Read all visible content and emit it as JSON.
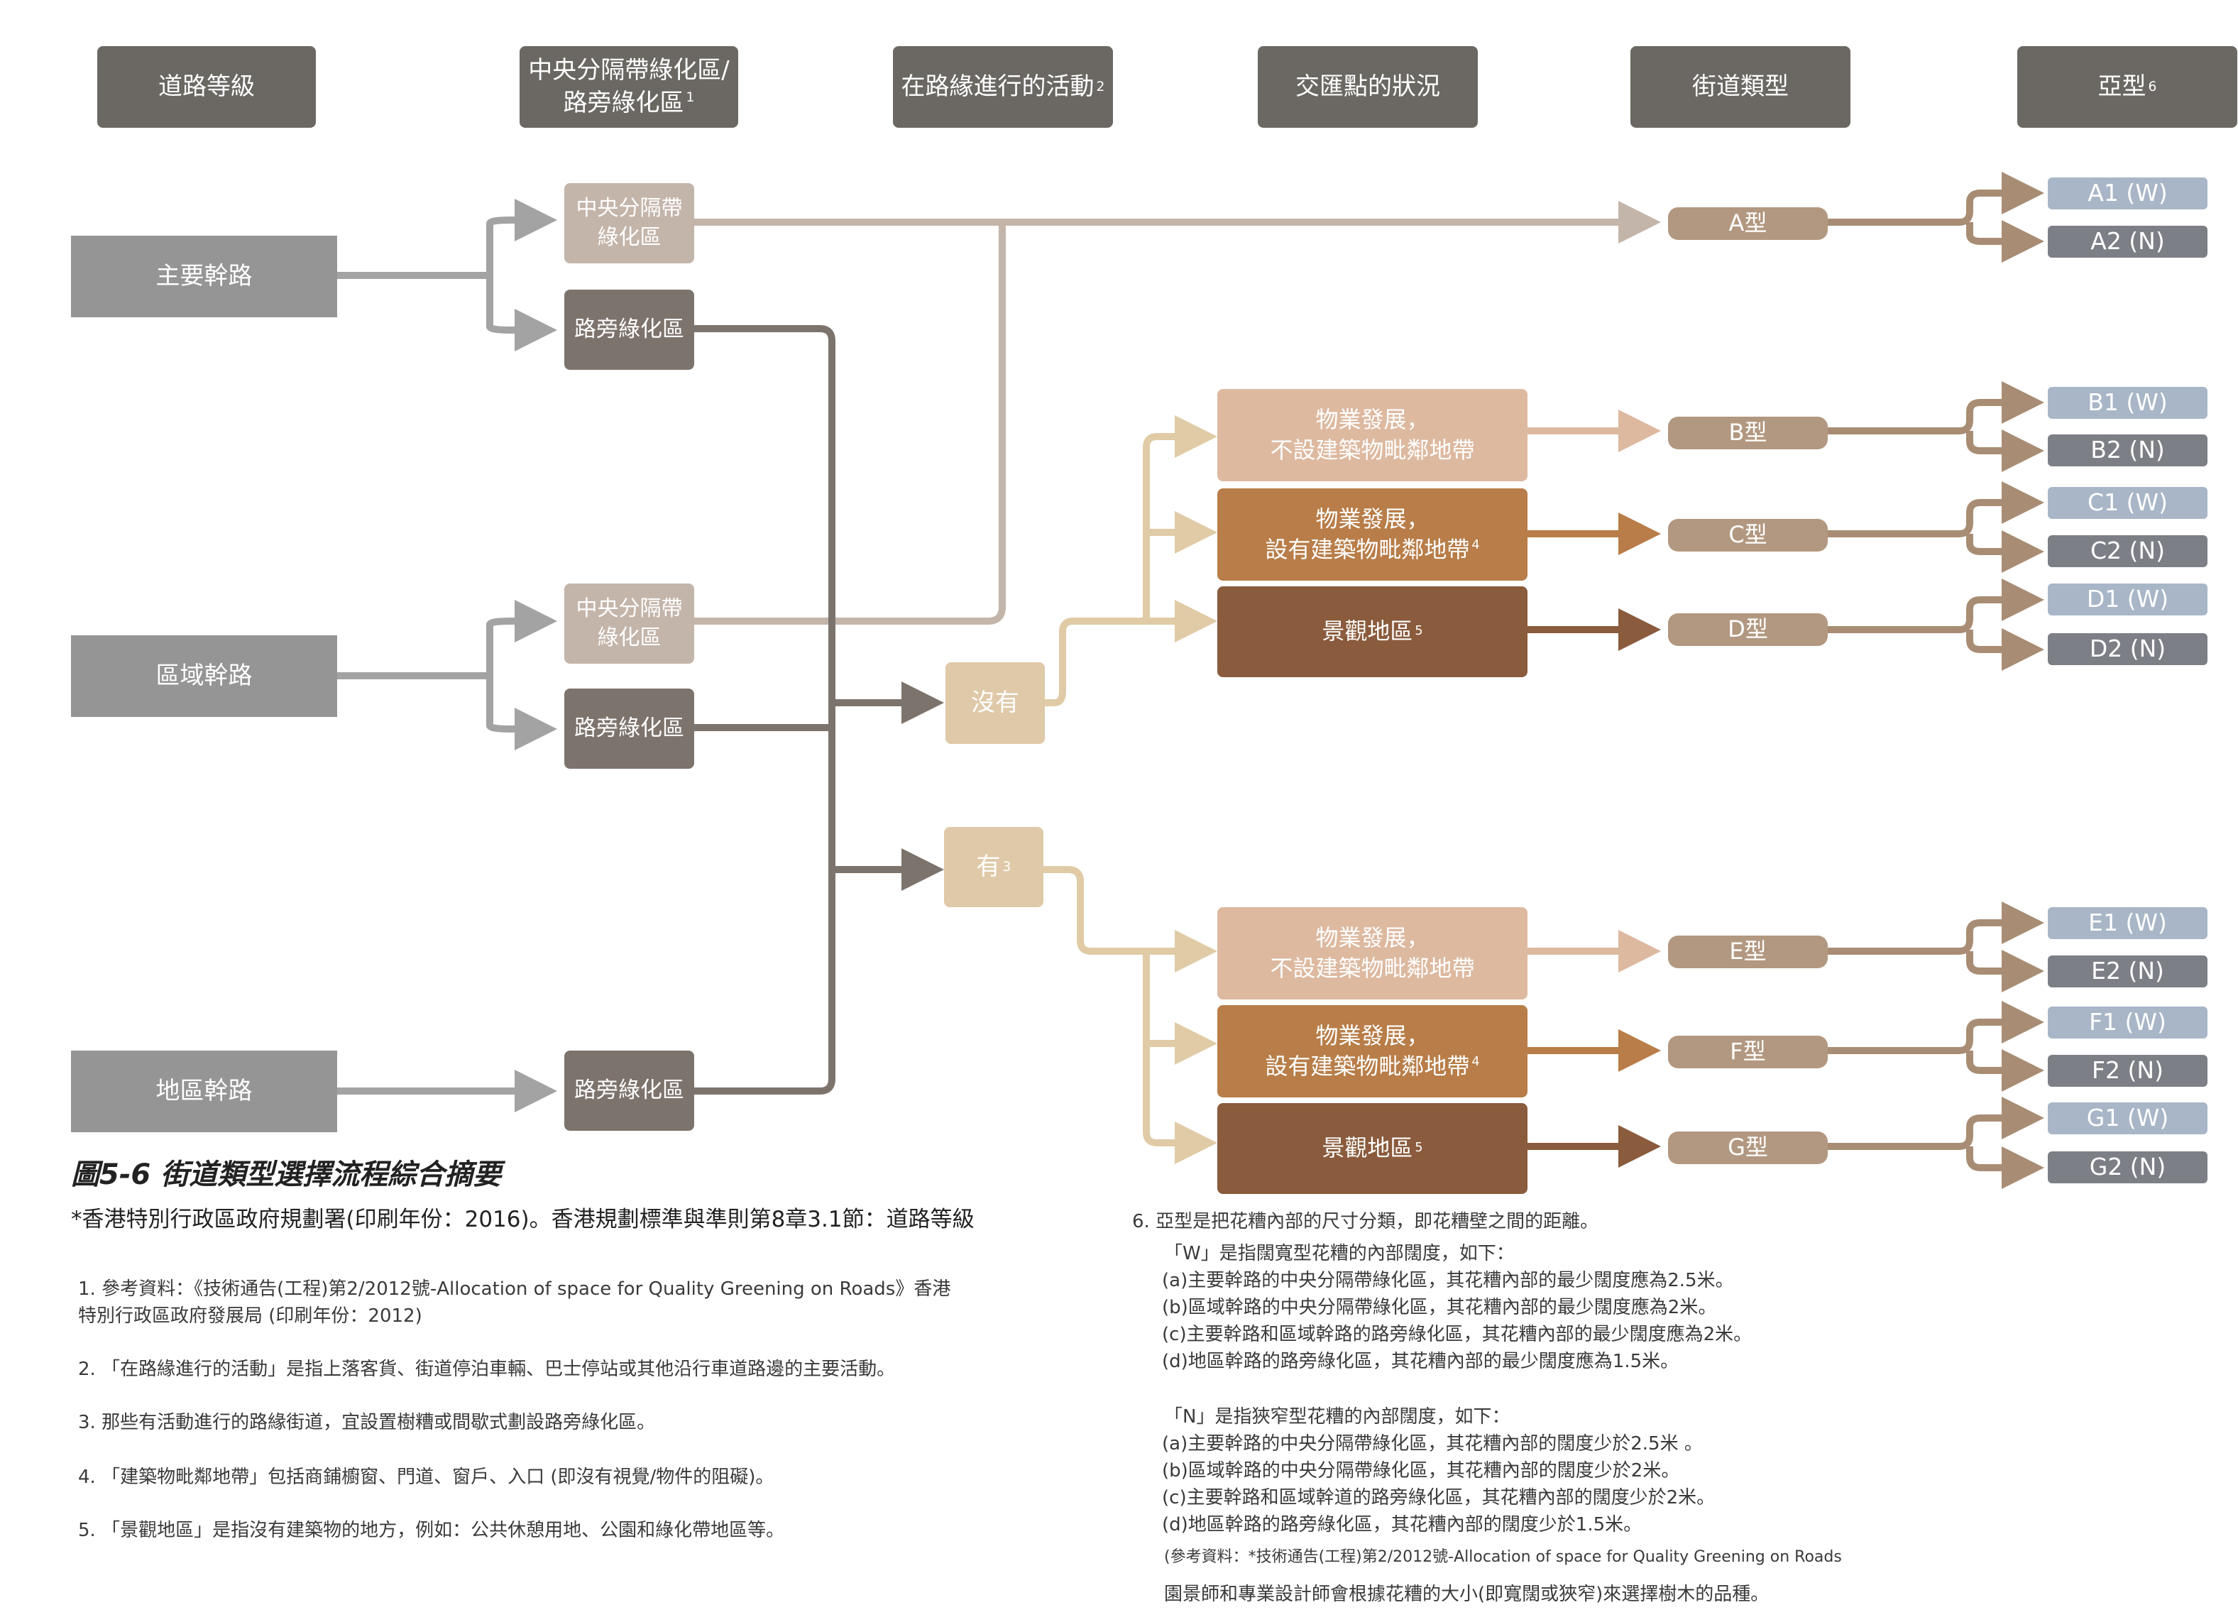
{
  "headers": {
    "road_class": "道路等級",
    "greening_line1": "中央分隔帶綠化區/",
    "greening_line2": "路旁綠化區",
    "greening_sup": "1",
    "activity": "在路緣進行的活動",
    "activity_sup": "2",
    "junction": "交匯點的狀況",
    "street_type": "街道類型",
    "subtype": "亞型",
    "subtype_sup": "6"
  },
  "roads": {
    "primary": "主要幹路",
    "district": "區域幹路",
    "local": "地區幹路"
  },
  "greening": {
    "median_line1": "中央分隔帶",
    "median_line2": "綠化區",
    "roadside": "路旁綠化區"
  },
  "decisions": {
    "no": "沒有",
    "yes": "有",
    "yes_sup": "3"
  },
  "conditions": {
    "dev_no_frontage_line1": "物業發展，",
    "dev_no_frontage_line2": "不設建築物毗鄰地帶",
    "dev_frontage_line1": "物業發展，",
    "dev_frontage_line2": "設有建築物毗鄰地帶",
    "dev_frontage_sup": "4",
    "landscape": "景觀地區",
    "landscape_sup": "5"
  },
  "types": {
    "A": "A型",
    "B": "B型",
    "C": "C型",
    "D": "D型",
    "E": "E型",
    "F": "F型",
    "G": "G型"
  },
  "subtypes": {
    "A1": "A1 (W)",
    "A2": "A2 (N)",
    "B1": "B1 (W)",
    "B2": "B2 (N)",
    "C1": "C1 (W)",
    "C2": "C2 (N)",
    "D1": "D1 (W)",
    "D2": "D2 (N)",
    "E1": "E1 (W)",
    "E2": "E2 (N)",
    "F1": "F1 (W)",
    "F2": "F2 (N)",
    "G1": "G1 (W)",
    "G2": "G2 (N)"
  },
  "caption": {
    "title": "圖5-6 街道類型選擇流程綜合摘要",
    "source": "*香港特別行政區政府規劃署(印刷年份：2016)。香港規劃標準與準則第8章3.1節：道路等級"
  },
  "notes_left": [
    "1.  參考資料：《技術通告(工程)第2/2012號-Allocation of space for Quality Greening on Roads》香港",
    "     特別行政區政府發展局 (印刷年份：2012)",
    "2.  「在路緣進行的活動」是指上落客貨、街道停泊車輛、巴士停站或其他沿行車道路邊的主要活動。",
    "3.  那些有活動進行的路緣街道，宜設置樹糟或間歇式劃設路旁綠化區。",
    "4.  「建築物毗鄰地帶」包括商鋪櫥窗、門道、窗戶、入口 (即沒有視覺/物件的阻礙)。",
    "5.  「景觀地區」是指沒有建築物的地方，例如：公共休憩用地、公園和綠化帶地區等。"
  ],
  "notes_right": {
    "intro": "6.  亞型是把花糟內部的尺寸分類，即花糟壁之間的距離。",
    "w_intro": "「W」是指闊寬型花糟的內部闊度，如下：",
    "w_items": [
      "(a)主要幹路的中央分隔帶綠化區，其花糟內部的最少闊度應為2.5米。",
      "(b)區域幹路的中央分隔帶綠化區，其花糟內部的最少闊度應為2米。",
      "(c)主要幹路和區域幹路的路旁綠化區，其花糟內部的最少闊度應為2米。",
      "(d)地區幹路的路旁綠化區，其花糟內部的最少闊度應為1.5米。"
    ],
    "n_intro": "「N」是指狹窄型花糟的內部闊度，如下：",
    "n_items": [
      "(a)主要幹路的中央分隔帶綠化區，其花糟內部的闊度少於2.5米 。",
      "(b)區域幹路的中央分隔帶綠化區，其花糟內部的闊度少於2米。",
      "(c)主要幹路和區域幹道的路旁綠化區，其花糟內部的闊度少於2米。",
      "(d)地區幹路的路旁綠化區，其花糟內部的闊度少於1.5米。"
    ],
    "reference": "(參考資料：*技術通告(工程)第2/2012號-Allocation of space for Quality Greening on Roads",
    "closing": "園景師和專業設計師會根據花糟的大小(即寬闊或狹窄)來選擇樹木的品種。"
  }
}
